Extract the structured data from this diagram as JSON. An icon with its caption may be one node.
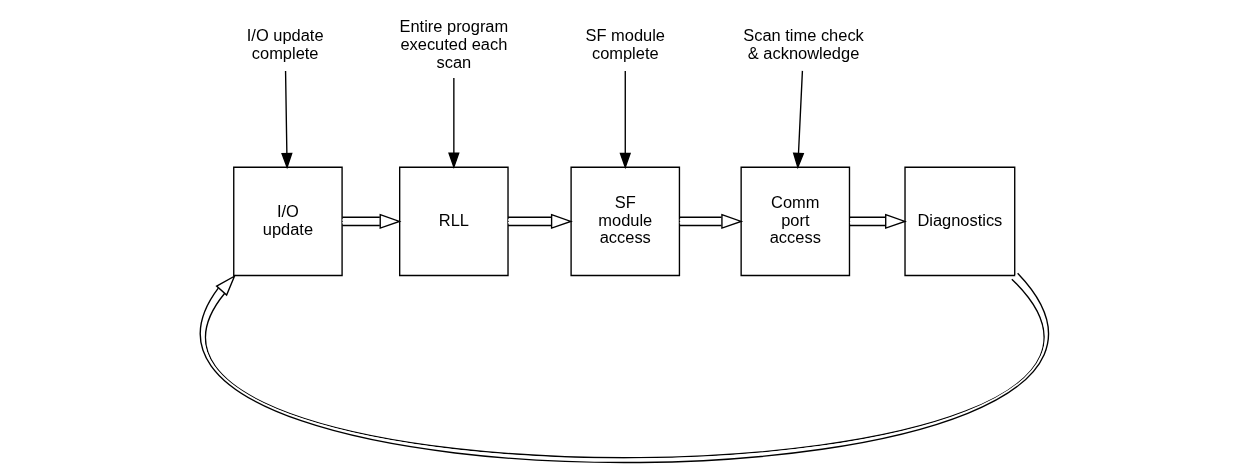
{
  "diagram": {
    "nodes": [
      {
        "text": [
          "I/O update complete"
        ]
      },
      {
        "text": [
          "Entire program executed each scan"
        ]
      },
      {
        "text": [
          "SF module complete"
        ]
      },
      {
        "text": [
          "Scan time check & acknowledge"
        ]
      },
      {
        "text": [
          "I/O update"
        ]
      },
      {
        "text": [
          "RLL"
        ]
      },
      {
        "text": [
          "SF module access"
        ]
      },
      {
        "text": [
          "Comm port access"
        ]
      },
      {
        "text": [
          "Diagnostics"
        ]
      }
    ],
    "edges": [
      {
        "from": 0,
        "to": 4,
        "arrow": "to"
      },
      {
        "from": 1,
        "to": 5,
        "arrow": "to"
      },
      {
        "from": 2,
        "to": 6,
        "arrow": "to"
      },
      {
        "from": 3,
        "to": 7,
        "arrow": "to"
      },
      {
        "from": 4,
        "to": 5,
        "arrow": "to"
      },
      {
        "from": 5,
        "to": 6,
        "arrow": "to"
      },
      {
        "from": 6,
        "to": 7,
        "arrow": "to"
      },
      {
        "from": 7,
        "to": 8,
        "arrow": "to"
      },
      {
        "from": 8,
        "to": 4,
        "arrow": "to"
      }
    ]
  }
}
